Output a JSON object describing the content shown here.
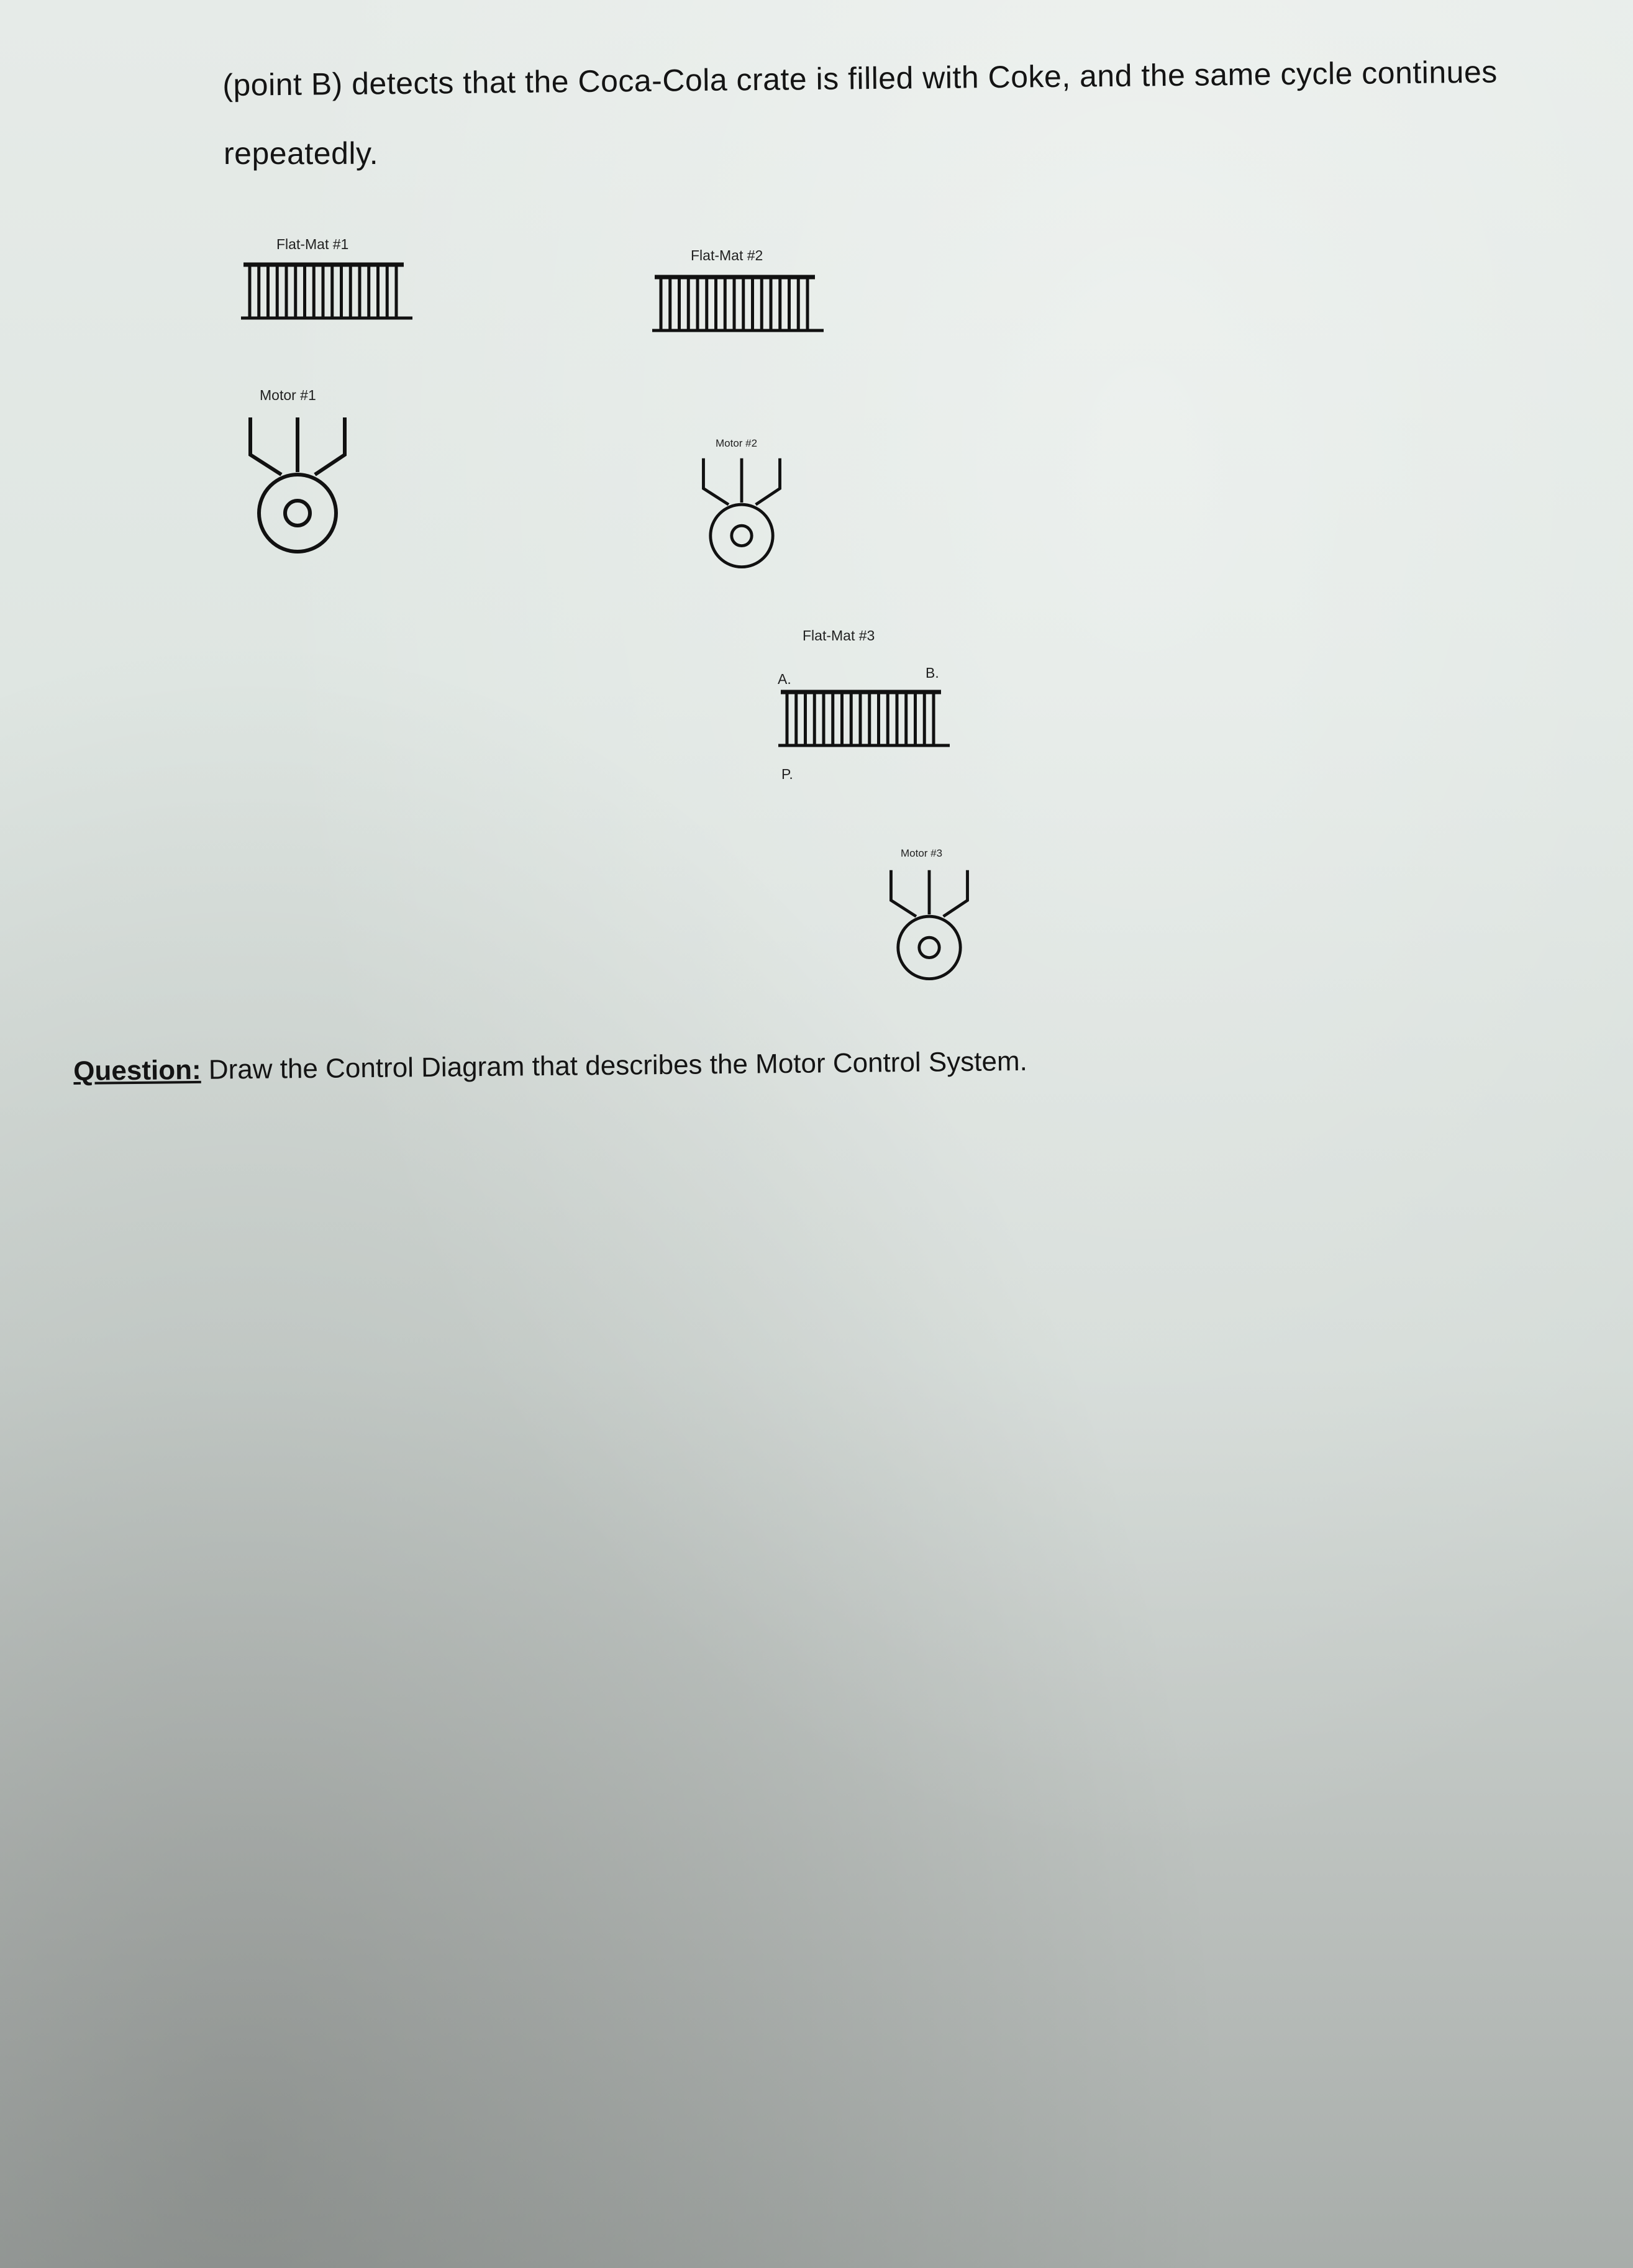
{
  "intro": {
    "line1": "(point B) detects that the Coca-Cola crate is filled with Coke, and the same cycle continues",
    "line2": "repeatedly."
  },
  "diagram": {
    "flat_mat_1": "Flat-Mat #1",
    "flat_mat_2": "Flat-Mat #2",
    "flat_mat_3": "Flat-Mat #3",
    "motor_1": "Motor #1",
    "motor_2": "Motor #2",
    "motor_3": "Motor #3",
    "point_a": "A.",
    "point_b": "B.",
    "point_p": "P."
  },
  "question": {
    "label": "Question:",
    "text": " Draw the Control Diagram that describes the Motor Control System."
  }
}
